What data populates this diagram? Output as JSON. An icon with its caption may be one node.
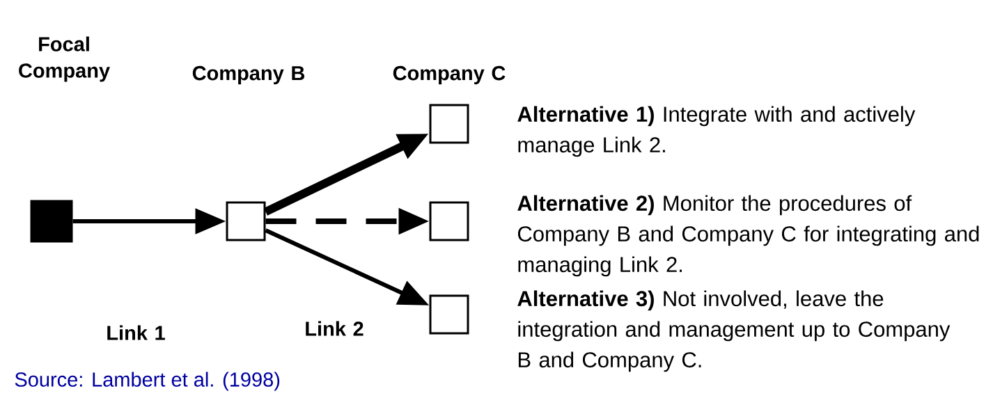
{
  "diagram": {
    "nodes": [
      {
        "text": [],
        "shape": "box"
      },
      {
        "text": [],
        "shape": "box"
      },
      {
        "text": [],
        "shape": "box",
        "beside": [
          "**Alternative 1)** Integrate with and actively manage Link 2."
        ]
      },
      {
        "text": [],
        "shape": "box",
        "beside": [
          "**Alternative 2)** Monitor the procedures of Company B and Company C for integrating and managing Link 2."
        ]
      },
      {
        "text": [],
        "shape": "box",
        "beside": [
          "**Alternative 3)** Not involved, leave the integration and management up to Company B and Company C."
        ]
      }
    ],
    "edges": [
      {
        "from": 0,
        "to": 1,
        "arrow": "to"
      },
      {
        "from": 1,
        "to": 2,
        "arrow": "to",
        "style": "thick"
      },
      {
        "from": 1,
        "to": 3,
        "arrow": "to",
        "style": "dashed"
      },
      {
        "from": 1,
        "to": 4,
        "arrow": "to"
      }
    ],
    "labels": [
      "Focal Company",
      "Company B",
      "Company C",
      "Link 1",
      "Link 2",
      "Source: Lambert et al. (1998)"
    ]
  }
}
